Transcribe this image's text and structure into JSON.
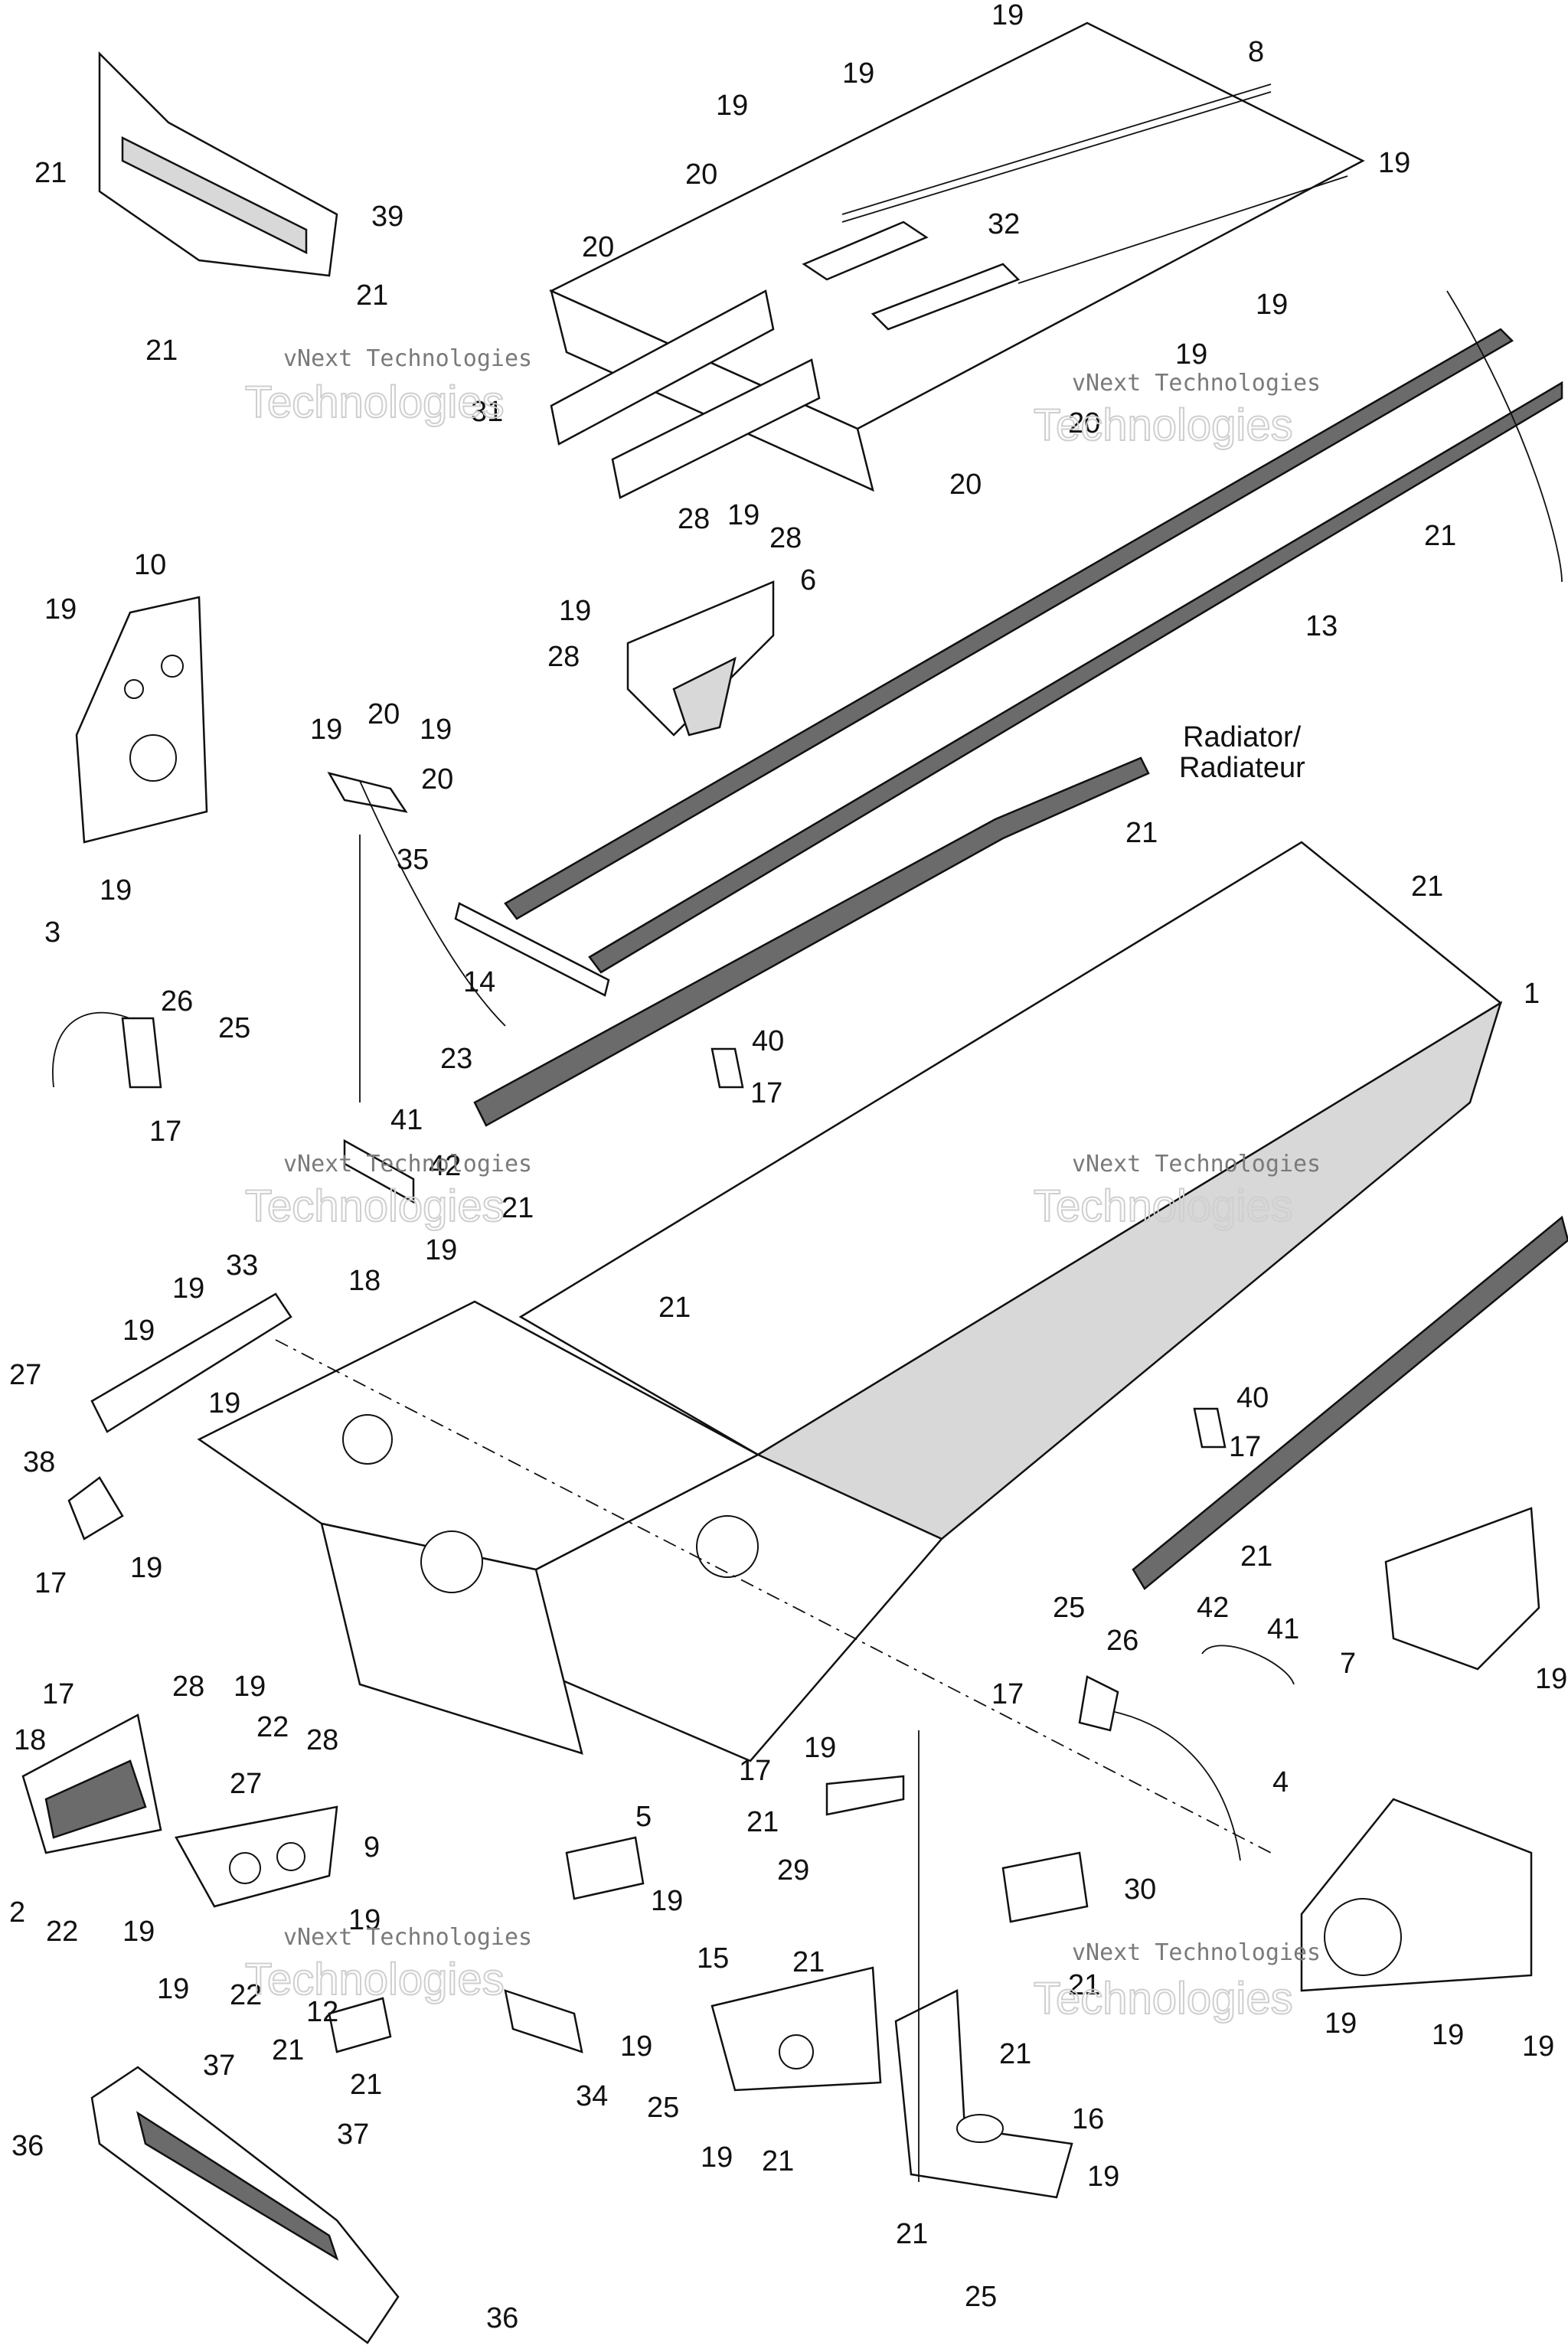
{
  "callouts": [
    {
      "id": "c19-top",
      "text": "19"
    },
    {
      "id": "c8",
      "text": "8"
    },
    {
      "id": "c19-a",
      "text": "19"
    },
    {
      "id": "c19-b",
      "text": "19"
    },
    {
      "id": "c20-a",
      "text": "20"
    },
    {
      "id": "c19-c",
      "text": "19"
    },
    {
      "id": "c20-b",
      "text": "20"
    },
    {
      "id": "c32",
      "text": "32"
    },
    {
      "id": "c19-d",
      "text": "19"
    },
    {
      "id": "c19-e",
      "text": "19"
    },
    {
      "id": "c20-c",
      "text": "20"
    },
    {
      "id": "c31",
      "text": "31"
    },
    {
      "id": "c20-d",
      "text": "20"
    },
    {
      "id": "c21-a",
      "text": "21"
    },
    {
      "id": "c39",
      "text": "39"
    },
    {
      "id": "c21-b",
      "text": "21"
    },
    {
      "id": "c21-c",
      "text": "21"
    },
    {
      "id": "c28-a",
      "text": "28"
    },
    {
      "id": "c19-f",
      "text": "19"
    },
    {
      "id": "c28-b",
      "text": "28"
    },
    {
      "id": "c6",
      "text": "6"
    },
    {
      "id": "c19-g",
      "text": "19"
    },
    {
      "id": "c28-c",
      "text": "28"
    },
    {
      "id": "c10",
      "text": "10"
    },
    {
      "id": "c19-h",
      "text": "19"
    },
    {
      "id": "c19-i",
      "text": "19"
    },
    {
      "id": "c13",
      "text": "13"
    },
    {
      "id": "c21-d",
      "text": "21"
    },
    {
      "id": "c19-j",
      "text": "19"
    },
    {
      "id": "c20-e",
      "text": "20"
    },
    {
      "id": "c19-k",
      "text": "19"
    },
    {
      "id": "c20-f",
      "text": "20"
    },
    {
      "id": "c35",
      "text": "35"
    },
    {
      "id": "c21-e",
      "text": "21"
    },
    {
      "id": "c21-f",
      "text": "21"
    },
    {
      "id": "c3",
      "text": "3"
    },
    {
      "id": "c26-a",
      "text": "26"
    },
    {
      "id": "c25-a",
      "text": "25"
    },
    {
      "id": "c14",
      "text": "14"
    },
    {
      "id": "c1",
      "text": "1"
    },
    {
      "id": "c40-a",
      "text": "40"
    },
    {
      "id": "c23",
      "text": "23"
    },
    {
      "id": "c17-a",
      "text": "17"
    },
    {
      "id": "c17-b",
      "text": "17"
    },
    {
      "id": "c41-a",
      "text": "41"
    },
    {
      "id": "c42-a",
      "text": "42"
    },
    {
      "id": "c21-g",
      "text": "21"
    },
    {
      "id": "c33",
      "text": "33"
    },
    {
      "id": "c19-l",
      "text": "19"
    },
    {
      "id": "c18-a",
      "text": "18"
    },
    {
      "id": "c19-m",
      "text": "19"
    },
    {
      "id": "c21-h",
      "text": "21"
    },
    {
      "id": "c19-n",
      "text": "19"
    },
    {
      "id": "c27-a",
      "text": "27"
    },
    {
      "id": "c19-o",
      "text": "19"
    },
    {
      "id": "c40-b",
      "text": "40"
    },
    {
      "id": "c17-c",
      "text": "17"
    },
    {
      "id": "c38",
      "text": "38"
    },
    {
      "id": "c17-d",
      "text": "17"
    },
    {
      "id": "c21-i",
      "text": "21"
    },
    {
      "id": "c19-p",
      "text": "19"
    },
    {
      "id": "c25-b",
      "text": "25"
    },
    {
      "id": "c42-b",
      "text": "42"
    },
    {
      "id": "c26-b",
      "text": "26"
    },
    {
      "id": "c41-b",
      "text": "41"
    },
    {
      "id": "c7",
      "text": "7"
    },
    {
      "id": "c19-q",
      "text": "19"
    },
    {
      "id": "c28-d",
      "text": "28"
    },
    {
      "id": "c19-r",
      "text": "19"
    },
    {
      "id": "c22-a",
      "text": "22"
    },
    {
      "id": "c28-e",
      "text": "28"
    },
    {
      "id": "c17-e",
      "text": "17"
    },
    {
      "id": "c17-f",
      "text": "17"
    },
    {
      "id": "c18-b",
      "text": "18"
    },
    {
      "id": "c27-b",
      "text": "27"
    },
    {
      "id": "c19-s",
      "text": "19"
    },
    {
      "id": "c17-g",
      "text": "17"
    },
    {
      "id": "c4",
      "text": "4"
    },
    {
      "id": "c21-j",
      "text": "21"
    },
    {
      "id": "c29",
      "text": "29"
    },
    {
      "id": "c2",
      "text": "2"
    },
    {
      "id": "c22-b",
      "text": "22"
    },
    {
      "id": "c5",
      "text": "5"
    },
    {
      "id": "c19-t",
      "text": "19"
    },
    {
      "id": "c9",
      "text": "9"
    },
    {
      "id": "c19-u",
      "text": "19"
    },
    {
      "id": "c19-v",
      "text": "19"
    },
    {
      "id": "c19-w",
      "text": "19"
    },
    {
      "id": "c22-c",
      "text": "22"
    },
    {
      "id": "c30",
      "text": "30"
    },
    {
      "id": "c21-k",
      "text": "21"
    },
    {
      "id": "c12",
      "text": "12"
    },
    {
      "id": "c21-l",
      "text": "21"
    },
    {
      "id": "c21-m",
      "text": "21"
    },
    {
      "id": "c19-x",
      "text": "19"
    },
    {
      "id": "c34",
      "text": "34"
    },
    {
      "id": "c15",
      "text": "15"
    },
    {
      "id": "c21-n",
      "text": "21"
    },
    {
      "id": "c19-y",
      "text": "19"
    },
    {
      "id": "c19-z",
      "text": "19"
    },
    {
      "id": "c19-aa",
      "text": "19"
    },
    {
      "id": "c37-a",
      "text": "37"
    },
    {
      "id": "c25-c",
      "text": "25"
    },
    {
      "id": "c21-o",
      "text": "21"
    },
    {
      "id": "c16",
      "text": "16"
    },
    {
      "id": "c37-b",
      "text": "37"
    },
    {
      "id": "c36-a",
      "text": "36"
    },
    {
      "id": "c19-ab",
      "text": "19"
    },
    {
      "id": "c21-p",
      "text": "21"
    },
    {
      "id": "c19-ac",
      "text": "19"
    },
    {
      "id": "c21-q",
      "text": "21"
    },
    {
      "id": "c25-d",
      "text": "25"
    },
    {
      "id": "c36-b",
      "text": "36"
    }
  ],
  "labels": {
    "radiator_en": "Radiator/",
    "radiator_fr": "Radiateur"
  },
  "watermark": {
    "company": "vNext Technologies",
    "word": "Technologies"
  }
}
